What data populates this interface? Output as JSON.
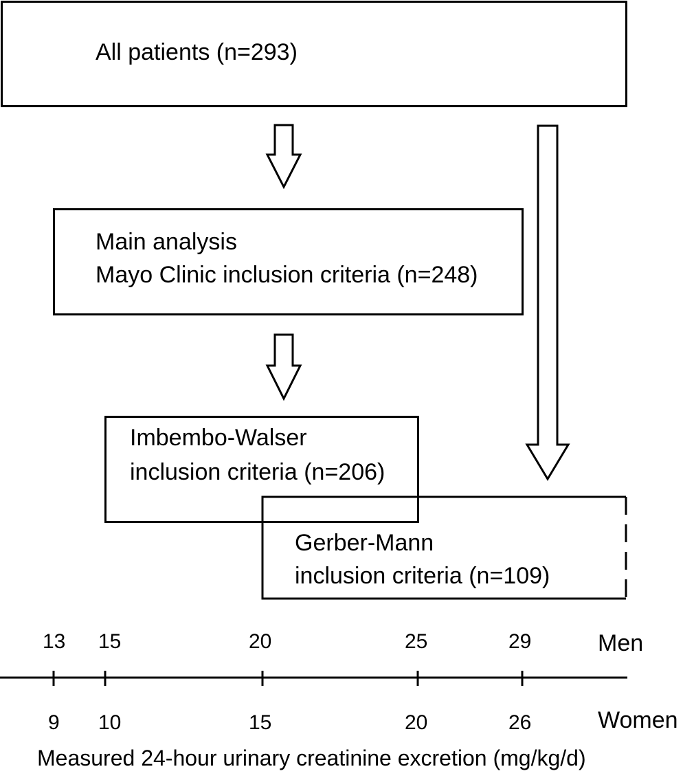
{
  "boxes": {
    "all_patients": {
      "line1": "All patients (n=293)"
    },
    "main_analysis": {
      "line1": "Main analysis",
      "line2": "Mayo Clinic inclusion criteria (n=248)"
    },
    "imbembo_walser": {
      "line1": "Imbembo-Walser",
      "line2": "inclusion criteria (n=206)"
    },
    "gerber_mann": {
      "line1": "Gerber-Mann",
      "line2": "inclusion criteria (n=109)"
    }
  },
  "axis": {
    "men_label": "Men",
    "women_label": "Women",
    "men_ticks": [
      "13",
      "15",
      "20",
      "25",
      "29"
    ],
    "women_ticks": [
      "9",
      "10",
      "15",
      "20",
      "26"
    ],
    "caption": "Measured 24-hour urinary creatinine excretion (mg/kg/d)"
  }
}
